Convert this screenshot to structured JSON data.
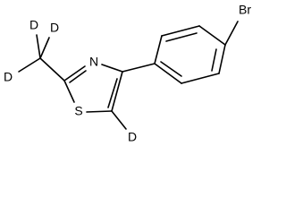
{
  "molecule": {
    "atoms": {
      "d_top": "D",
      "d_right": "D",
      "d_left": "D",
      "nitrogen": "N",
      "sulfur": "S",
      "d_ring": "D",
      "bromine": "Br"
    },
    "colors": {
      "bond": "#000000",
      "label": "#000000",
      "background": "#ffffff"
    }
  }
}
